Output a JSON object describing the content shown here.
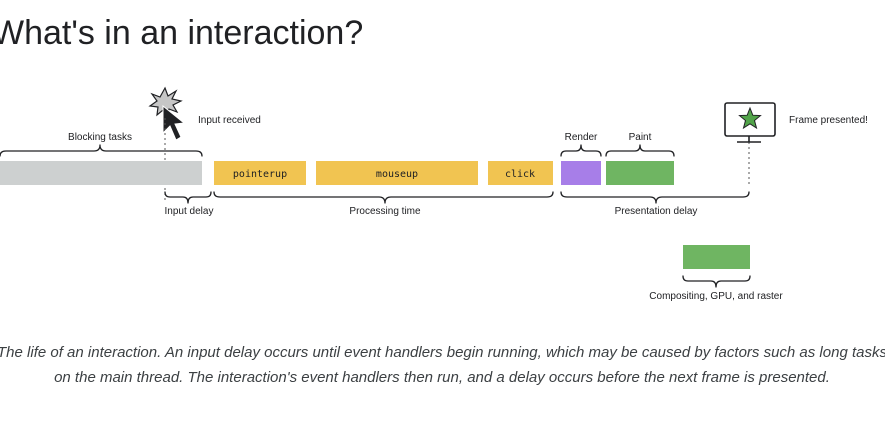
{
  "title": "What's in an interaction?",
  "caption": "The life of an interaction. An input delay occurs until event handlers begin running, which may be caused by factors such as long tasks on the main thread. The interaction's event handlers then run, and a delay occurs before the next frame is presented.",
  "diagram": {
    "input_received": "Input received",
    "frame_presented": "Frame presented!",
    "blocking_tasks": "Blocking tasks",
    "pointerup": "pointerup",
    "mouseup": "mouseup",
    "click": "click",
    "render": "Render",
    "paint": "Paint",
    "input_delay": "Input delay",
    "processing_time": "Processing time",
    "presentation_delay": "Presentation delay",
    "compositing": "Compositing, GPU, and raster"
  },
  "colors": {
    "blocking": "#cdd0d0",
    "event": "#f1c451",
    "render": "#a77ee8",
    "paint": "#6fb562",
    "star": "#52a44a"
  }
}
